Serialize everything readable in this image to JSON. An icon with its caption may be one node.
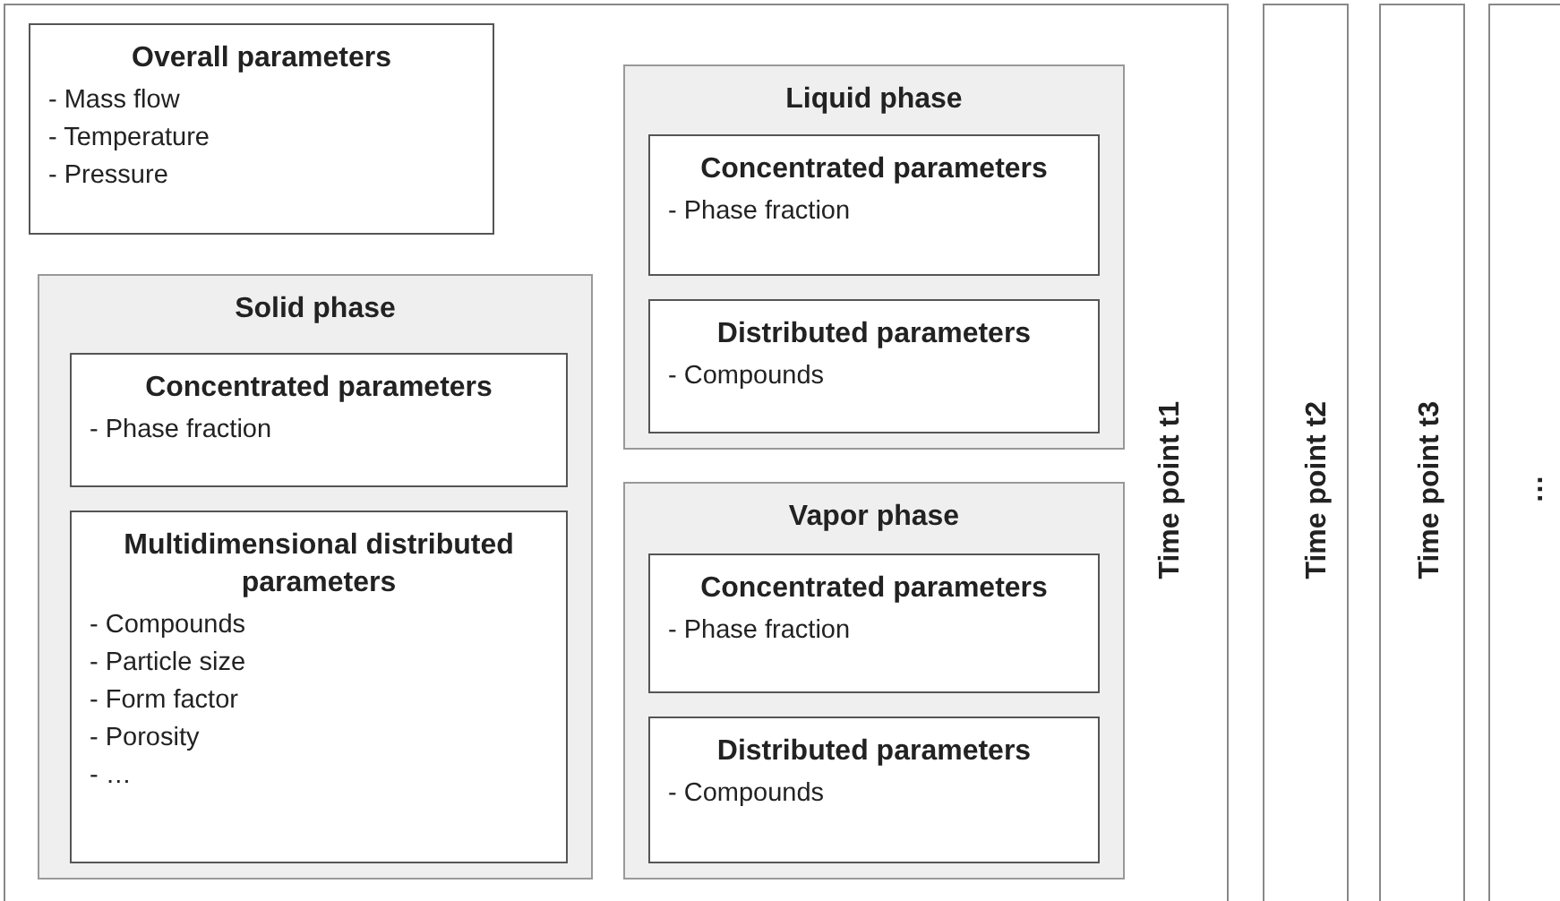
{
  "diagram": {
    "nodes": [
      {
        "text": [
          "Time point t1"
        ]
      },
      {
        "text": [
          "Overall parameters",
          "- Mass flow",
          "- Temperature",
          "- Pressure"
        ],
        "in": 0
      },
      {
        "text": [
          "Solid phase"
        ],
        "in": 0
      },
      {
        "text": [
          "Concentrated parameters",
          "- Phase fraction"
        ],
        "in": 2
      },
      {
        "text": [
          "Multidimensional distributed parameters",
          "- Compounds",
          "- Particle size",
          "- Form factor",
          "- Porosity",
          "- …"
        ],
        "in": 2
      },
      {
        "text": [
          "Liquid phase"
        ],
        "in": 0
      },
      {
        "text": [
          "Concentrated parameters",
          "- Phase fraction"
        ],
        "in": 5
      },
      {
        "text": [
          "Distributed parameters",
          "- Compounds"
        ],
        "in": 5
      },
      {
        "text": [
          "Vapor phase"
        ],
        "in": 0
      },
      {
        "text": [
          "Concentrated parameters",
          "- Phase fraction"
        ],
        "in": 8
      },
      {
        "text": [
          "Distributed parameters",
          "- Compounds"
        ],
        "in": 8
      },
      {
        "text": [
          "Time point t2"
        ]
      },
      {
        "text": [
          "Time point t3"
        ]
      },
      {
        "text": [
          "…"
        ]
      }
    ]
  }
}
